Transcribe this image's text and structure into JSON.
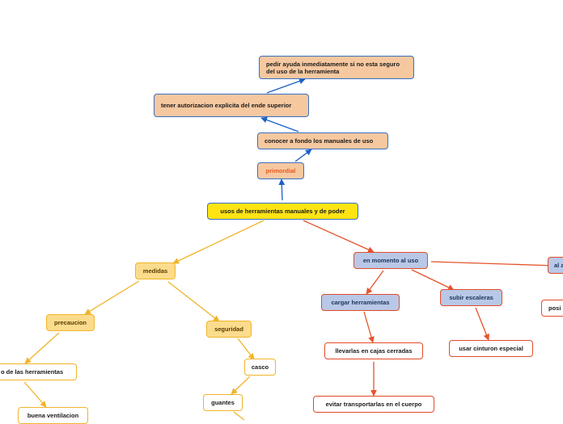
{
  "colors": {
    "blue_branch": "#1a5fc8",
    "yellow_branch": "#f0b429",
    "red_branch": "#e5532b"
  },
  "nodes": {
    "root": "usos de herramientas manuales y de poder",
    "primordial": "primordial",
    "conocer": "conocer a fondo los manuales de uso",
    "autorizacion": "tener autorizacion explicita del ende superior",
    "ayuda": "pedir ayuda inmediatamente si no esta seguro del uso de la herramienta",
    "medidas": "medidas",
    "precaucion": "precaucion",
    "uso_herramientas": "o de las herramientas",
    "ventilacion": "buena ventilacion",
    "seguridad": "seguridad",
    "casco": "casco",
    "guantes": "guantes",
    "momento": "en momento al uso",
    "cargar": "cargar herramientas",
    "cajas": "llevarlas en cajas cerradas",
    "transportarlas": "evitar transportarlas en el cuerpo",
    "escaleras": "subir escaleras",
    "cinturon": "usar cinturon especial",
    "al": "al a",
    "posi": "posi"
  }
}
